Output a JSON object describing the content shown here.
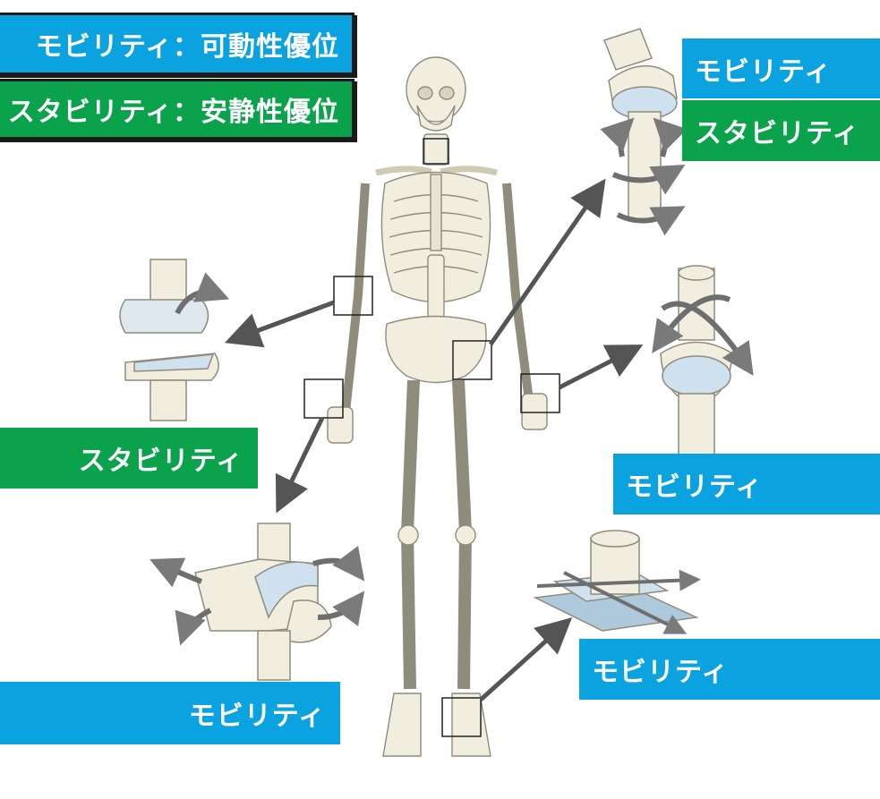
{
  "legend": {
    "mobility": "モビリティ：可動性優位",
    "stability": "スタビリティ：安静性優位"
  },
  "labels": {
    "shoulder_mobility": "モビリティ",
    "shoulder_stability": "スタビリティ",
    "elbow_stability": "スタビリティ",
    "wrist_mobility": "モビリティ",
    "hand_mobility": "モビリティ",
    "foot_mobility": "モビリティ"
  },
  "colors": {
    "mobility": "#0aa3e0",
    "stability": "#0aa24a",
    "bone": "#f1eee0",
    "bone_outline": "#8f8c7c",
    "cartilage": "#cfe0ee",
    "arrow": "#6e6e6e"
  },
  "icons": [
    "skeleton-figure",
    "hinge-joint",
    "saddle-joint",
    "ball-socket-joint",
    "condyloid-joint",
    "plane-joint"
  ]
}
